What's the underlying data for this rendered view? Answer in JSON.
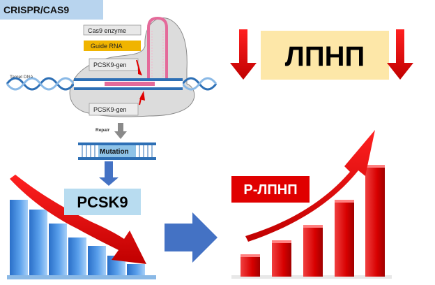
{
  "header": {
    "title": "CRISPR/CAS9"
  },
  "diagram": {
    "cas9_label": "Cas9 enzyme",
    "guide_label": "Guide RNA",
    "target_dna_label": "Target DNA",
    "gene_top_label": "PCSK9-gen",
    "gene_bottom_label": "PCSK9-gen",
    "repair_label": "Repair",
    "mutation_label": "Mutation"
  },
  "result_boxes": {
    "pcsk9": "PCSK9",
    "ldl": "ЛПНП",
    "ldl_receptor": "Р-ЛПНП"
  },
  "colors": {
    "title_bg": "#b8d4ee",
    "guide_rna": "#f0b400",
    "dna_blue": "#2d6fb5",
    "accent_red": "#e00000",
    "ldl_box": "#fde7a8",
    "pcsk9_box": "#b8dcf0",
    "flow_arrow": "#4472c4"
  }
}
